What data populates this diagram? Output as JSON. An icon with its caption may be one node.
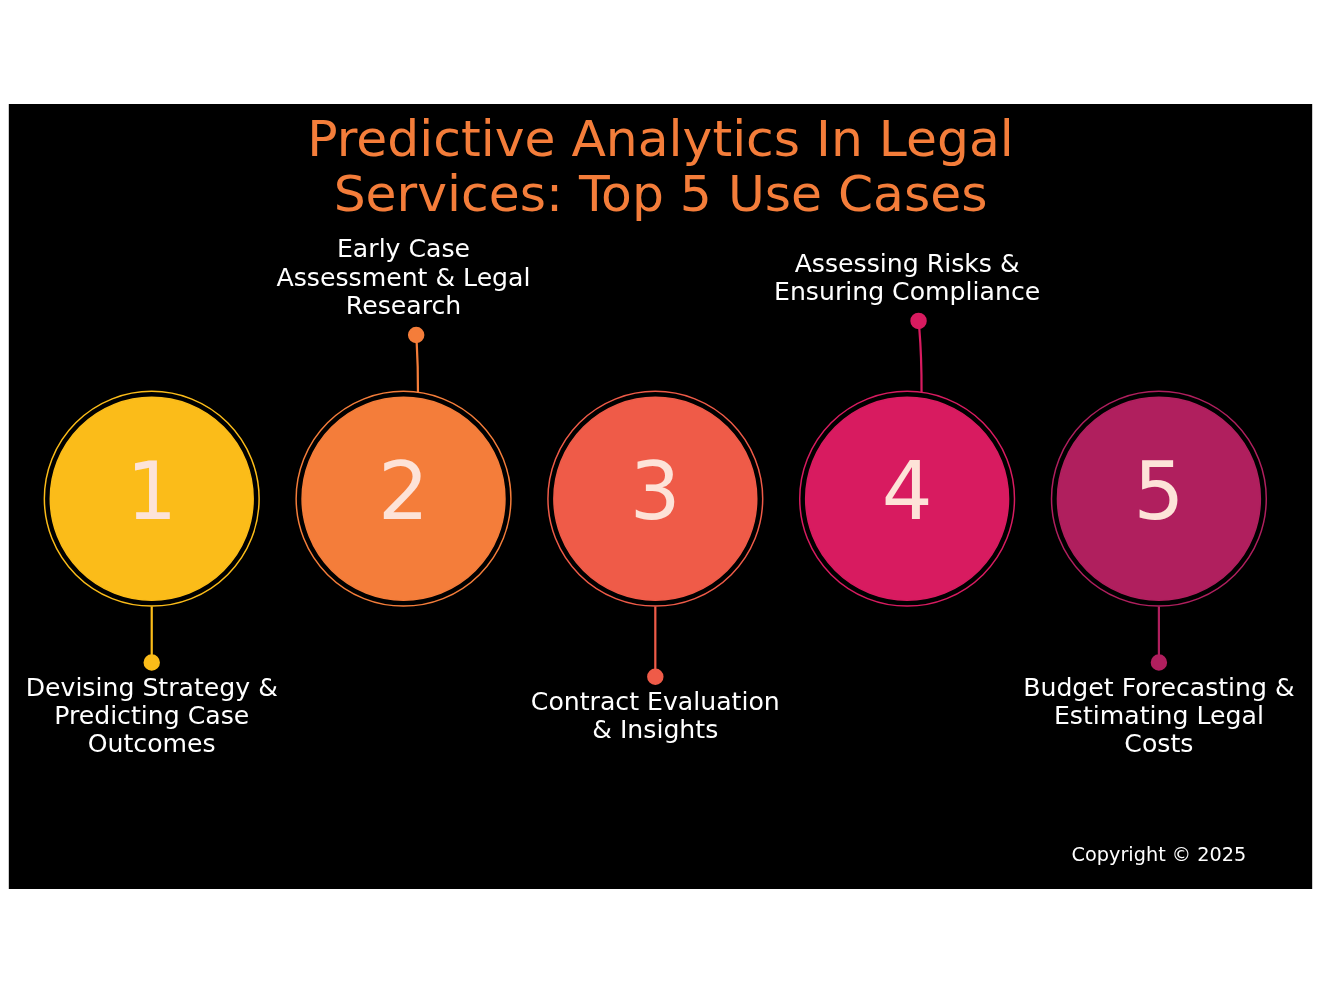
{
  "diagram": {
    "title": "Predictive Analytics In Legal Services: Top 5 Use Cases",
    "nodes": [
      {
        "text": [
          "1"
        ]
      },
      {
        "text": [
          "2"
        ]
      },
      {
        "text": [
          "3"
        ]
      },
      {
        "text": [
          "4"
        ]
      },
      {
        "text": [
          "5"
        ]
      },
      {
        "text": [
          "Devising Strategy & Predicting Case Outcomes"
        ]
      },
      {
        "text": [
          "Early Case Assessment & Legal Research"
        ]
      },
      {
        "text": [
          "Contract Evaluation & Insights"
        ]
      },
      {
        "text": [
          "Assessing Risks & Ensuring Compliance"
        ]
      },
      {
        "text": [
          "Budget Forecasting & Estimating Legal Costs"
        ]
      }
    ],
    "edges": [
      {
        "from": 0,
        "to": 5,
        "arrow": "other",
        "color": "#fbbc19"
      },
      {
        "from": 1,
        "to": 6,
        "arrow": "other",
        "color": "#f47d3a"
      },
      {
        "from": 2,
        "to": 7,
        "arrow": "other",
        "color": "#ef5b48"
      },
      {
        "from": 3,
        "to": 8,
        "arrow": "other",
        "color": "#d81b60"
      },
      {
        "from": 4,
        "to": 9,
        "arrow": "other",
        "color": "#b01f5e"
      }
    ],
    "labels": [
      "Copyright © 2025"
    ]
  }
}
